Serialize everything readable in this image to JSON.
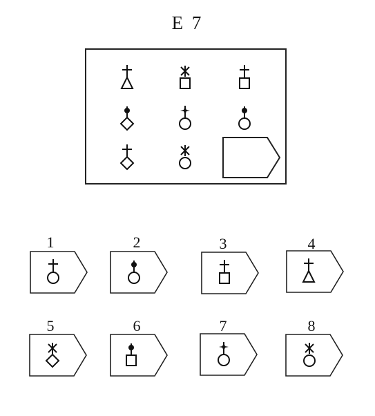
{
  "title": "E 7",
  "options": [
    {
      "label": "1",
      "top": "cross",
      "bottom": "circle"
    },
    {
      "label": "2",
      "top": "dot",
      "bottom": "circle"
    },
    {
      "label": "3",
      "top": "cross",
      "bottom": "square"
    },
    {
      "label": "4",
      "top": "cross",
      "bottom": "triangle"
    },
    {
      "label": "5",
      "top": "asterisk",
      "bottom": "diamond"
    },
    {
      "label": "6",
      "top": "dot",
      "bottom": "square"
    },
    {
      "label": "7",
      "top": "star",
      "bottom": "circle"
    },
    {
      "label": "8",
      "top": "asterisk",
      "bottom": "circle"
    }
  ],
  "matrix": [
    {
      "top": "cross",
      "bottom": "triangle"
    },
    {
      "top": "asterisk",
      "bottom": "square"
    },
    {
      "top": "cross",
      "bottom": "square"
    },
    {
      "top": "dot",
      "bottom": "diamond"
    },
    {
      "top": "star",
      "bottom": "circle"
    },
    {
      "top": "dot",
      "bottom": "circle"
    },
    {
      "top": "cross",
      "bottom": "diamond"
    },
    {
      "top": "asterisk",
      "bottom": "circle"
    },
    {
      "top": "blank",
      "bottom": "answer-slot"
    }
  ]
}
